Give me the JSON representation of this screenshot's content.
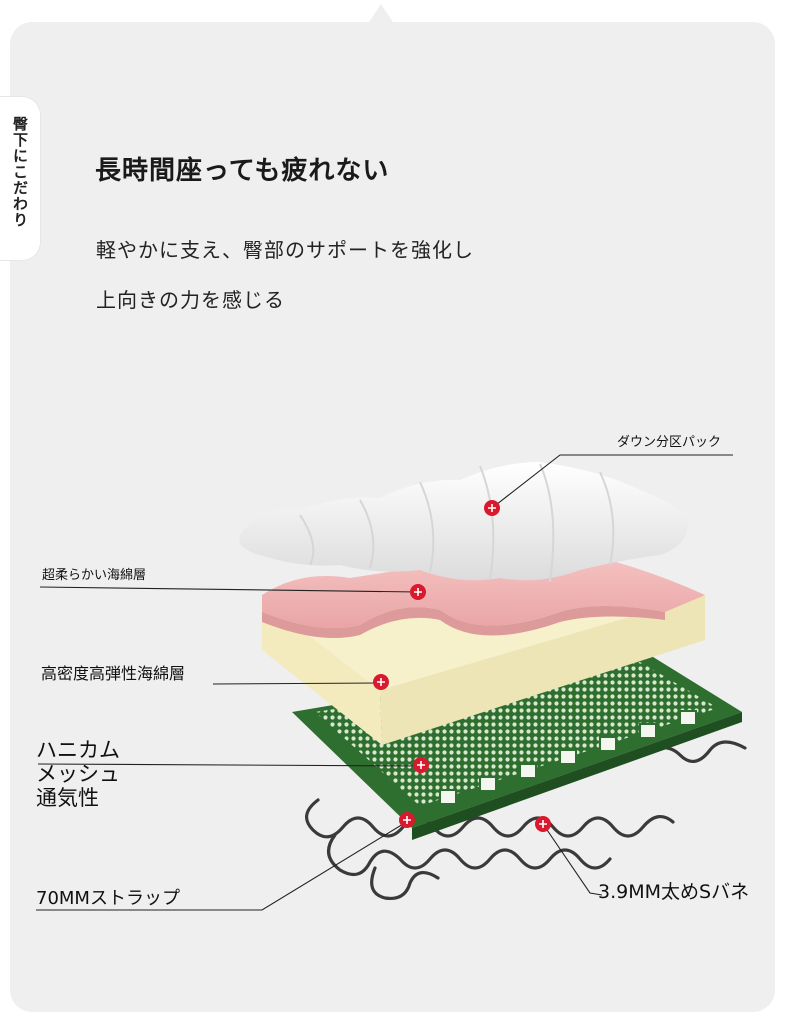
{
  "side_tab": {
    "label": "臀下にこだわり"
  },
  "header": {
    "title": "長時間座っても疲れない",
    "description_line1": "軽やかに支え、臀部のサポートを強化し",
    "description_line2": "上向きの力を感じる"
  },
  "layers": {
    "down": "ダウン分区パック",
    "soft_foam": "超柔らかい海綿層",
    "high_density": "高密度高弾性海綿層",
    "mesh_line1": "ハニカム",
    "mesh_line2": "メッシュ",
    "mesh_line3": "通気性",
    "strap": "70MMストラップ",
    "spring": "3.9MM太めSバネ"
  },
  "colors": {
    "card_bg": "#efefef",
    "marker_red": "#d9192e",
    "foam_pink": "#f2b8b6",
    "foam_cream": "#f5efc4",
    "mesh_green": "#2e6e2f"
  }
}
